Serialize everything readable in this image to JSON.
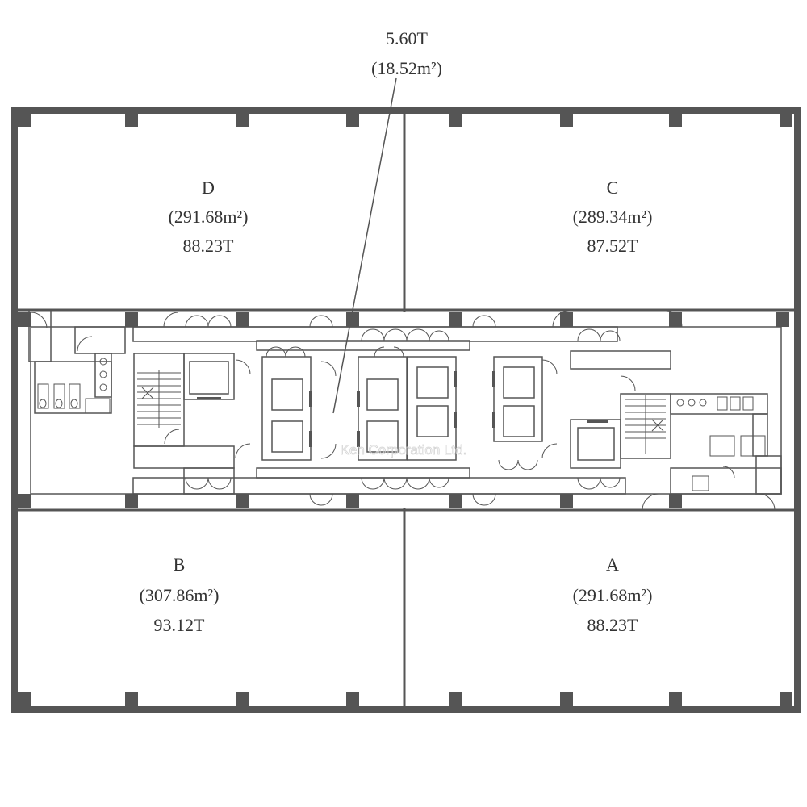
{
  "units": [
    {
      "id": "D",
      "area": "(291.68m²)",
      "tsubo": "88.23T"
    },
    {
      "id": "C",
      "area": "(289.34m²)",
      "tsubo": "87.52T"
    },
    {
      "id": "B",
      "area": "(307.86m²)",
      "tsubo": "93.12T"
    },
    {
      "id": "A",
      "area": "(291.68m²)",
      "tsubo": "88.23T"
    }
  ],
  "common_area": {
    "tsubo": "5.60T",
    "area": "(18.52m²)"
  },
  "watermark": "Ken Corporation Ltd.",
  "colors": {
    "wall": "#555555",
    "text": "#333333",
    "background": "#ffffff"
  }
}
